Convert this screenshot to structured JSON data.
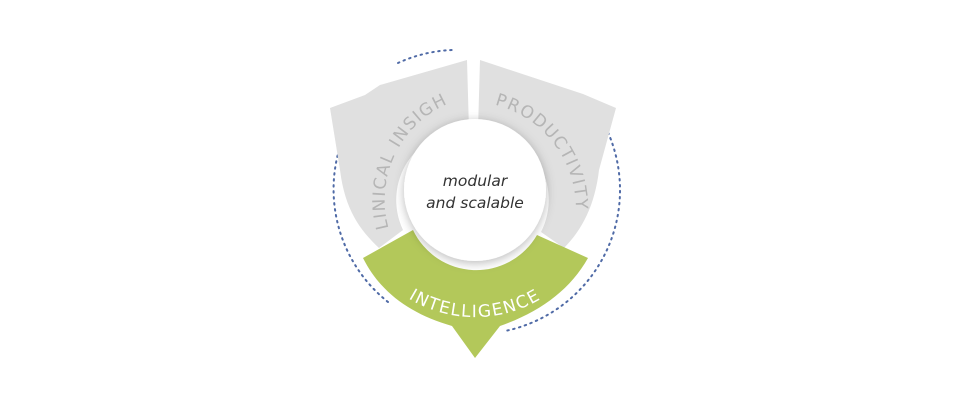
{
  "segments": [
    {
      "id": "clinical",
      "label": "CLINICAL INSIGHT",
      "fill": "#e0e0e0",
      "text_color": "#b5b5b5"
    },
    {
      "id": "productivity",
      "label": "PRODUCTIVITY",
      "fill": "#e0e0e0",
      "text_color": "#b5b5b5"
    },
    {
      "id": "intelligence",
      "label": "INTELLIGENCE",
      "fill": "#b3c85a",
      "text_color": "#ffffff"
    }
  ],
  "center": {
    "line1": "modular",
    "line2": "and scalable",
    "fill": "#ffffff"
  },
  "dotted_ring_color": "#4f6aa6"
}
